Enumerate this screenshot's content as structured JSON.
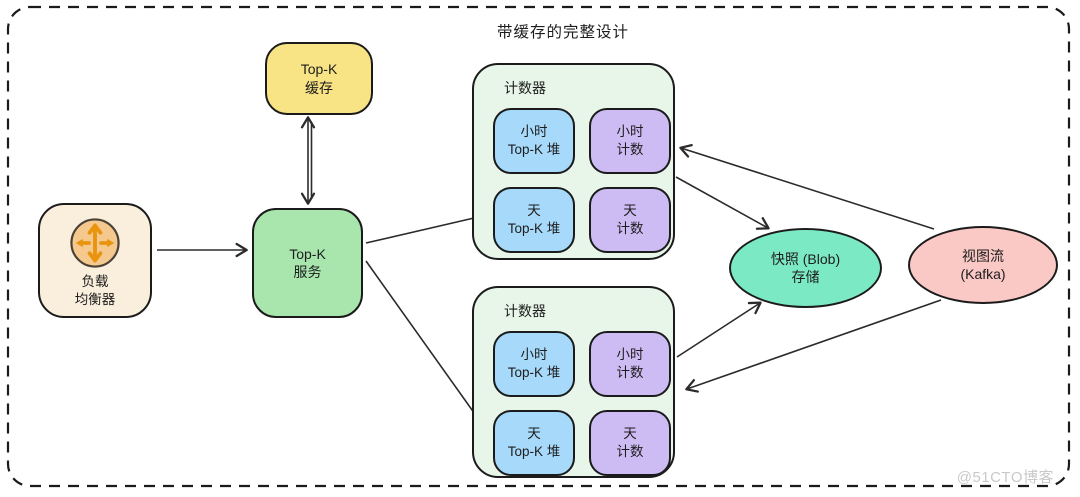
{
  "title": "带缓存的完整设计",
  "watermark": "@51CTO博客",
  "colors": {
    "background": "#ffffff",
    "shape_border": "#1b1b1b",
    "arrow": "#2b2b2b",
    "watermark_gray": "#c9c9c9"
  },
  "nodes": {
    "load_balancer": {
      "label": "负载\n均衡器",
      "icon": "move-arrows-icon",
      "fill": "#FAEEDC",
      "icon_circle_fill": "#F5C98E",
      "icon_arrow_color": "#E8940E"
    },
    "topk_cache": {
      "label": "Top-K\n缓存",
      "fill": "#F8E385"
    },
    "topk_service": {
      "label": "Top-K\n服务",
      "fill": "#A9E6AE"
    },
    "snapshot_store": {
      "label": "快照 (Blob)\n存储",
      "fill": "#7CE9C5"
    },
    "view_stream": {
      "label": "视图流\n(Kafka)",
      "fill": "#FAC8C5"
    }
  },
  "counters": [
    {
      "label": "计数器",
      "fill": "#E7F6E9",
      "cells": [
        {
          "label": "小时\nTop-K 堆",
          "fill": "#A6D9FA"
        },
        {
          "label": "小时\n计数",
          "fill": "#CDBCF4"
        },
        {
          "label": "天\nTop-K 堆",
          "fill": "#A6D9FA"
        },
        {
          "label": "天\n计数",
          "fill": "#CDBCF4"
        }
      ]
    },
    {
      "label": "计数器",
      "fill": "#E7F6E9",
      "cells": [
        {
          "label": "小时\nTop-K 堆",
          "fill": "#A6D9FA"
        },
        {
          "label": "小时\n计数",
          "fill": "#CDBCF4"
        },
        {
          "label": "天\nTop-K 堆",
          "fill": "#A6D9FA"
        },
        {
          "label": "天\n计数",
          "fill": "#CDBCF4"
        }
      ]
    }
  ],
  "edges": [
    {
      "from": "load_balancer",
      "to": "topk_service",
      "style": "arrow"
    },
    {
      "from": "topk_service",
      "to": "topk_cache",
      "style": "double-arrow-both-ends"
    },
    {
      "from": "topk_service",
      "to": "counter-1-day-topk-heap",
      "style": "arrow"
    },
    {
      "from": "topk_service",
      "to": "counter-2-day-topk-heap",
      "style": "arrow"
    },
    {
      "from": "counter-1",
      "to": "snapshot_store",
      "style": "arrow"
    },
    {
      "from": "counter-2",
      "to": "snapshot_store",
      "style": "arrow"
    },
    {
      "from": "view_stream",
      "to": "counter-1-hour-count",
      "style": "arrow"
    },
    {
      "from": "view_stream",
      "to": "counter-2",
      "style": "arrow"
    }
  ]
}
